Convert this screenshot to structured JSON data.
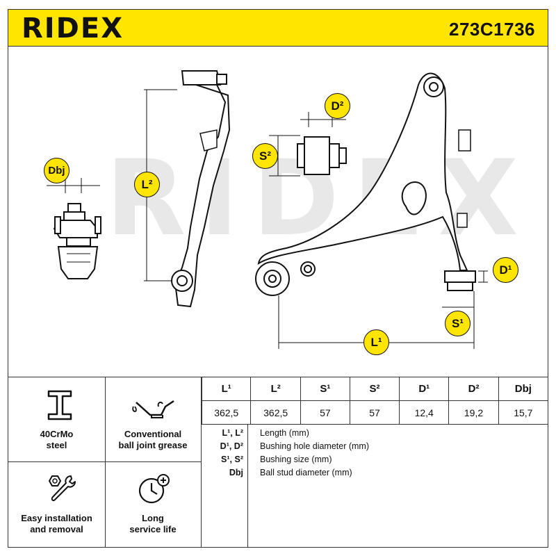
{
  "header": {
    "brand": "RIDEX",
    "part_number": "273C1736"
  },
  "labels": {
    "dbj": "Dbj",
    "l2": "L²",
    "d2": "D²",
    "s2": "S²",
    "d1": "D¹",
    "s1": "S¹",
    "l1": "L¹"
  },
  "watermark": "RIDEX",
  "features": [
    {
      "icon": "i-beam-icon",
      "label_line1": "40CrMo",
      "label_line2": "steel"
    },
    {
      "icon": "oil-can-icon",
      "label_line1": "Conventional",
      "label_line2": "ball joint grease"
    },
    {
      "icon": "wrench-nut-icon",
      "label_line1": "Easy installation",
      "label_line2": "and removal"
    },
    {
      "icon": "clock-plus-icon",
      "label_line1": "Long",
      "label_line2": "service life"
    }
  ],
  "spec_table": {
    "headers": [
      "L¹",
      "L²",
      "S¹",
      "S²",
      "D¹",
      "D²",
      "Dbj"
    ],
    "values": [
      "362,5",
      "362,5",
      "57",
      "57",
      "12,4",
      "19,2",
      "15,7"
    ]
  },
  "legend": [
    {
      "key": "L¹, L²",
      "desc": "Length (mm)"
    },
    {
      "key": "D¹, D²",
      "desc": "Bushing hole diameter (mm)"
    },
    {
      "key": "S¹, S²",
      "desc": "Bushing size (mm)"
    },
    {
      "key": "Dbj",
      "desc": "Ball stud diameter (mm)"
    }
  ],
  "colors": {
    "accent_yellow": "#ffe500",
    "line": "#111111",
    "watermark": "#e6e6e6"
  }
}
